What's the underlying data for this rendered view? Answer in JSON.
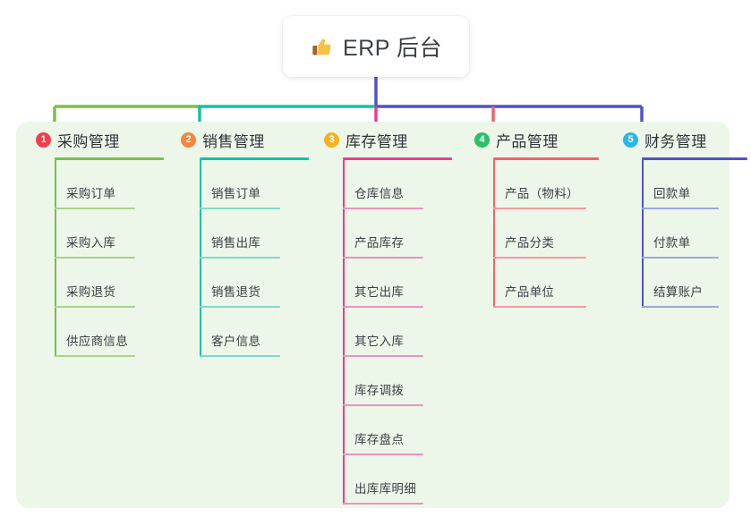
{
  "root": {
    "icon": "thumbs-up-icon",
    "title": "ERP 后台"
  },
  "colors": {
    "panel_bg": "#EDF7E9",
    "root_text": "#3b3f46",
    "bus_green": "#7DBE4C",
    "bus_teal": "#12C2A4",
    "bus_blue": "#4F52C8",
    "drop_green": "#7DBE4C",
    "drop_teal": "#12C2A4",
    "drop_pink": "#EC3E8E",
    "drop_red": "#F2636B",
    "drop_blue": "#4F52C8"
  },
  "columns": [
    {
      "number": "1",
      "title": "采购管理",
      "badge_color": "#F0404F",
      "line_color": "#7DBE4C",
      "item_line_color": "#A8D48A",
      "head_rule_width": 122,
      "item_rule_width": 90,
      "items": [
        {
          "label": "采购订单"
        },
        {
          "label": "采购入库"
        },
        {
          "label": "采购退货"
        },
        {
          "label": "供应商信息"
        }
      ]
    },
    {
      "number": "2",
      "title": "销售管理",
      "badge_color": "#F5863F",
      "line_color": "#12C2A4",
      "item_line_color": "#7FD9C9",
      "head_rule_width": 122,
      "item_rule_width": 90,
      "items": [
        {
          "label": "销售订单"
        },
        {
          "label": "销售出库"
        },
        {
          "label": "销售退货"
        },
        {
          "label": "客户信息"
        }
      ]
    },
    {
      "number": "3",
      "title": "库存管理",
      "badge_color": "#F5B221",
      "line_color": "#EC3E8E",
      "item_line_color": "#EE93BE",
      "head_rule_width": 122,
      "item_rule_width": 90,
      "items": [
        {
          "label": "仓库信息"
        },
        {
          "label": "产品库存"
        },
        {
          "label": "其它出库"
        },
        {
          "label": "其它入库"
        },
        {
          "label": "库存调拨"
        },
        {
          "label": "库存盘点"
        },
        {
          "label": "出库库明细"
        }
      ]
    },
    {
      "number": "4",
      "title": "产品管理",
      "badge_color": "#2BBF6A",
      "line_color": "#F2636B",
      "item_line_color": "#F4999E",
      "head_rule_width": 118,
      "item_rule_width": 104,
      "items": [
        {
          "label": "产品（物料）"
        },
        {
          "label": "产品分类"
        },
        {
          "label": "产品单位"
        }
      ]
    },
    {
      "number": "5",
      "title": "财务管理",
      "badge_color": "#29B6E8",
      "line_color": "#4F52C8",
      "item_line_color": "#9BA6E0",
      "head_rule_width": 118,
      "item_rule_width": 86,
      "items": [
        {
          "label": "回款单"
        },
        {
          "label": "付款单"
        },
        {
          "label": "结算账户"
        }
      ]
    }
  ]
}
